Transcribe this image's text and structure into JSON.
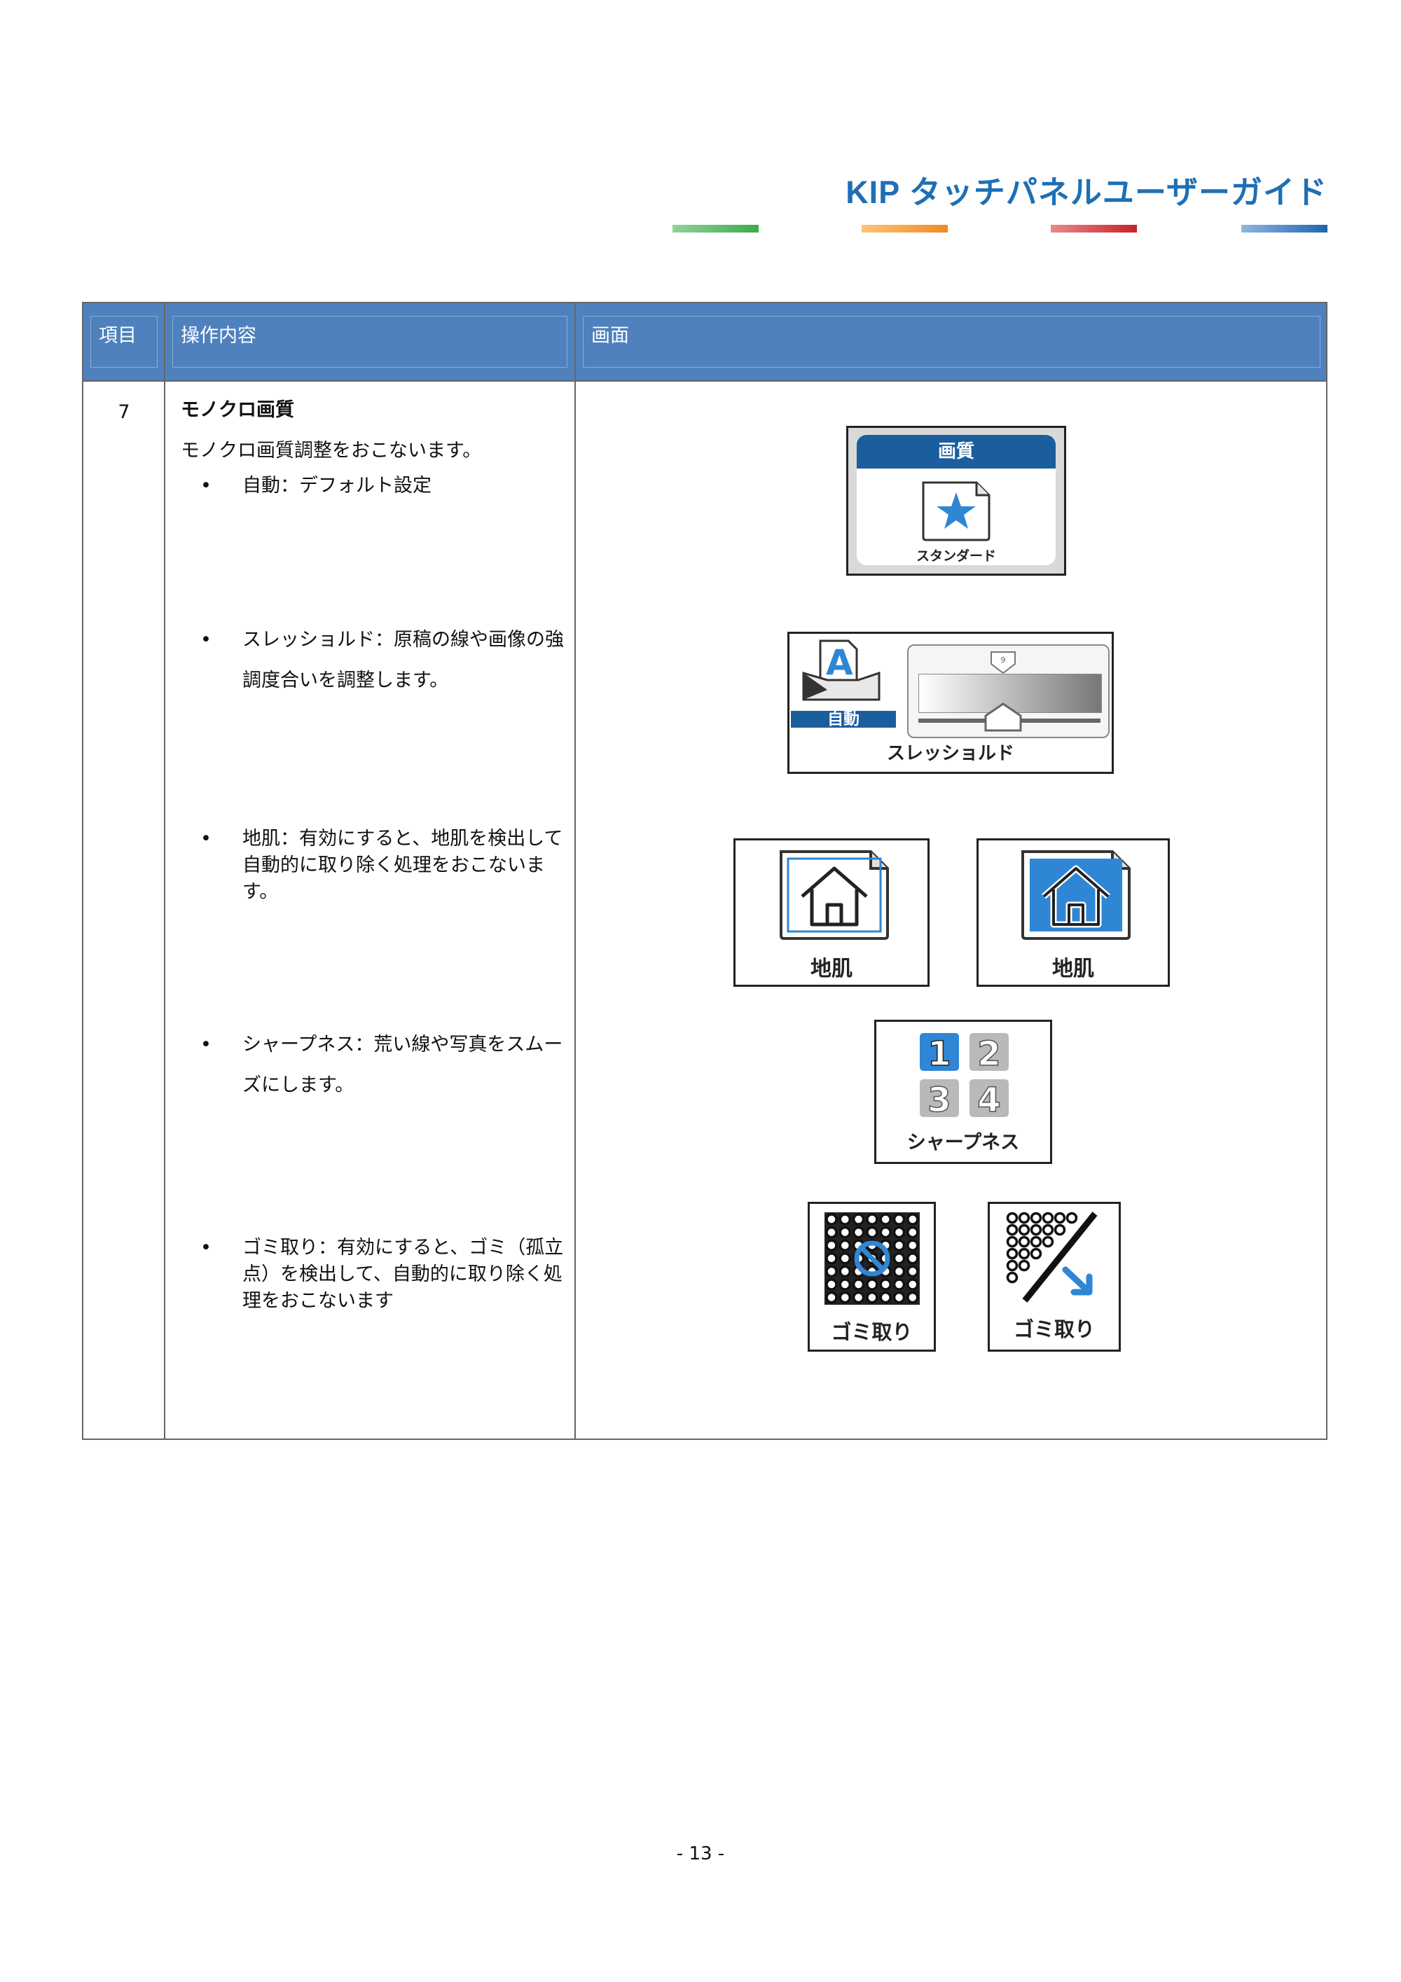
{
  "header": {
    "title": "KIP タッチパネルユーザーガイド",
    "accent_colors": [
      "#3daa4a",
      "#ef8a22",
      "#c8202a",
      "#1f64b0"
    ]
  },
  "table": {
    "columns": [
      "項目",
      "操作内容",
      "画面"
    ],
    "header_color": "#4e81bd",
    "row": {
      "number": "7",
      "title": "モノクロ画質",
      "intro": "モノクロ画質調整をおこないます。",
      "bullets": [
        "自動：デフォルト設定",
        "スレッショルド：原稿の線や画像の強調度合いを調整します。",
        "地肌：有効にすると、地肌を検出して自動的に取り除く処理をおこないます。",
        "シャープネス：荒い線や写真をスムーズにします。",
        "ゴミ取り：有効にすると、ゴミ（孤立点）を検出して、自動的に取り除く処理をおこないます"
      ]
    }
  },
  "screens": {
    "quality": {
      "header": "画質",
      "label": "スタンダード"
    },
    "threshold": {
      "auto": "自動",
      "label": "スレッショルド",
      "value": "9"
    },
    "background_off": {
      "label": "地肌"
    },
    "background_on": {
      "label": "地肌"
    },
    "sharpness": {
      "label": "シャープネス",
      "digits": [
        "1",
        "2",
        "3",
        "4"
      ],
      "selected": "1"
    },
    "despeckle_off": {
      "label": "ゴミ取り"
    },
    "despeckle_on": {
      "label": "ゴミ取り"
    }
  },
  "footer": {
    "page": "- 13 -"
  }
}
